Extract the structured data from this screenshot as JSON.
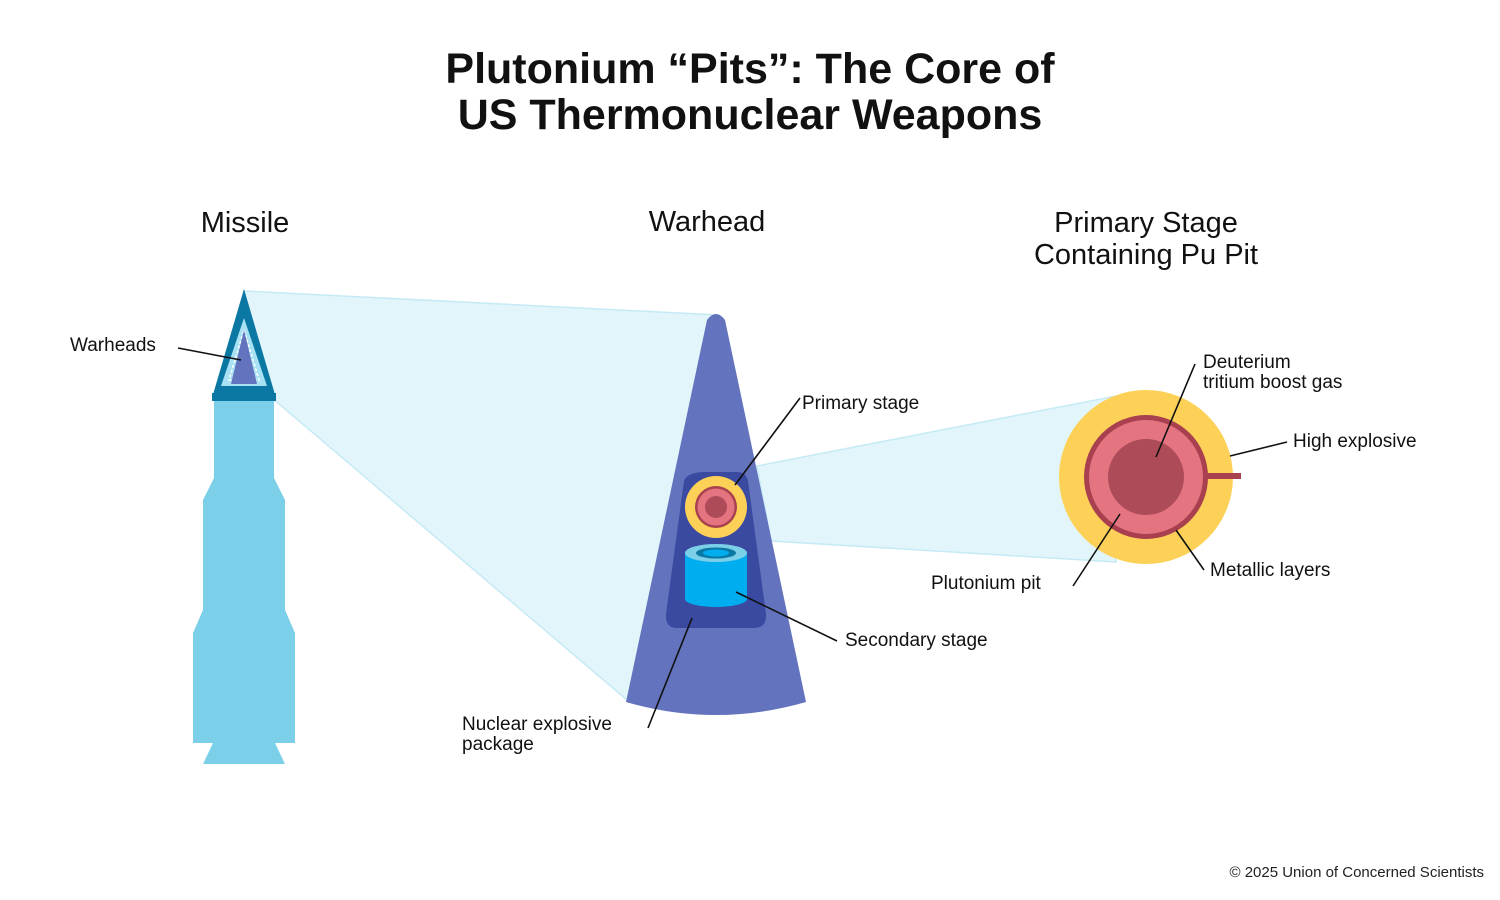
{
  "title": {
    "line1": "Plutonium “Pits”: The Core of",
    "line2": "US Thermonuclear Weapons"
  },
  "sections": {
    "missile": "Missile",
    "warhead": "Warhead",
    "primary_line1": "Primary Stage",
    "primary_line2": "Containing Pu Pit"
  },
  "labels": {
    "warheads": "Warheads",
    "primary_stage": "Primary stage",
    "secondary_stage": "Secondary stage",
    "nuclear_package_line1": "Nuclear explosive",
    "nuclear_package_line2": "package",
    "dt_gas_line1": "Deuterium",
    "dt_gas_line2": "tritium boost gas",
    "high_explosive": "High explosive",
    "metallic_layers": "Metallic layers",
    "plutonium_pit": "Plutonium pit"
  },
  "credit": "© 2025 Union of Concerned Scientists",
  "colors": {
    "missile_body": "#7bcfe9",
    "missile_nose": "#0b77a3",
    "zoom_cone": "#e2f5fb",
    "warhead_body": "#6373bd",
    "package": "#3a4aa0",
    "high_explosive": "#fdd157",
    "metallic_layer": "#a8404f",
    "pit": "#e47480",
    "gas_core": "#ad4b58",
    "secondary": "#00aeef"
  }
}
